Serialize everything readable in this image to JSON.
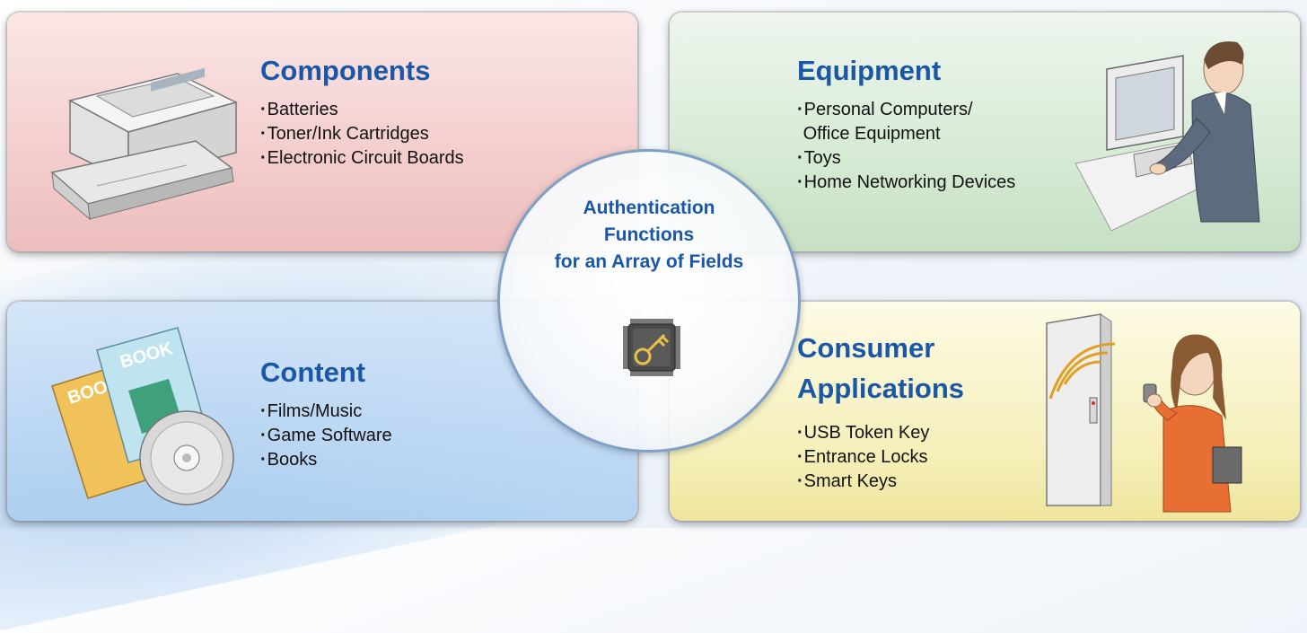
{
  "center": {
    "lines": [
      "Authentication",
      "Functions",
      "for an Array of Fields"
    ]
  },
  "components": {
    "title": "Components",
    "items": [
      "Batteries",
      "Toner/Ink Cartridges",
      "Electronic Circuit Boards"
    ]
  },
  "equipment": {
    "title": "Equipment",
    "items": [
      "Personal Computers/",
      "Office Equipment",
      "Toys",
      "Home Networking Devices"
    ]
  },
  "content": {
    "title": "Content",
    "book_label_1": "BOOK",
    "book_label_2": "BOO",
    "items": [
      "Films/Music",
      "Game Software",
      "Books"
    ]
  },
  "consumer": {
    "title_line1": "Consumer",
    "title_line2": "Applications",
    "items": [
      "USB Token Key",
      "Entrance Locks",
      "Smart Keys"
    ]
  },
  "colors": {
    "title_blue": "#1a57a6",
    "components_bg": "#f2c9c9",
    "equipment_bg": "#d2e8d0",
    "content_bg": "#aacdf0",
    "consumer_bg": "#f5efb8"
  },
  "icons": [
    "printer-icon",
    "person-computer-icon",
    "books-cd-icon",
    "woman-door-icon",
    "key-chip-icon"
  ]
}
